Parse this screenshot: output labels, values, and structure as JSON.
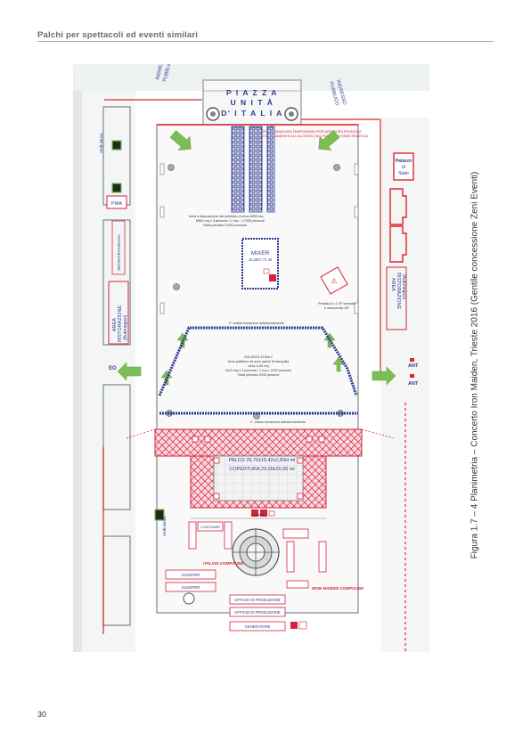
{
  "header": {
    "running_title": "Palchi per spettacoli ed eventi similari"
  },
  "caption": {
    "text": "Figura 1.7 – 4  Planimetria – Concerto Iron Maiden, Trieste 2016 (Gentile concessione Zeni Eventi)"
  },
  "page": {
    "number": "30"
  },
  "plan": {
    "square_name_line1": "P I A Z Z A",
    "square_name_line2": "U N I T À",
    "square_name_line3": "D' I T A L I A",
    "ingresso_left_line1": "INGRESSO",
    "ingresso_left_line2": "PUBBLICO",
    "ingresso_right_line1": "INGRESSO",
    "ingresso_right_line2": "PUBBLICO",
    "transenna_note_line1": "TRANSENNATURA TEMPORANEA PER APERTURA FRONTALE",
    "transenna_note_line2": "(SUCCESSIVAMENTE ALL'ACCESSO DEL PUBBLICO VIENE RIMOSSA)",
    "ambulanza_left": "Ambulanza",
    "ambulanza_bottom": "Ambulanza",
    "pma_label": "PMA",
    "metrotransenna_label": "METROTRANSENNA",
    "area_ristoro_left_line1": "AREA",
    "area_ristoro_left_line2": "RISTORAZIONE",
    "area_ristoro_left_line3": "(Autonegozi)",
    "area_ristoro_right_line1": "AREA",
    "area_ristoro_right_line2": "RISTORAZIONE",
    "area_ristoro_right_line3": "(Autonegozi)",
    "capacity_upper_line1": "Area a disposizione del pubblico di circa 6950 mq",
    "capacity_upper_line2": "6950 mq x 3 persone / 1 mq = 17000 persone",
    "capacity_upper_line3": "Vista prevista 12000 persone",
    "mixer_label": "MIXER",
    "mixer_size": "15,28x7,71 ml",
    "capacity_lower_line1": "SOLIDITÀ ZONA 2",
    "capacity_lower_line2": "Area pubblico ed aree palchi di tranquilla",
    "capacity_lower_line3": "circa 1110 mq",
    "capacity_lower_line4": "1110 mq x 2 persone / 1 mq = 2220 persone",
    "capacity_lower_line5": "Vista prevista 2000 persone",
    "secondary_barrier_label": "2° ordine transenne antisfondamento",
    "primary_barrier_label": "1° ordine transenne antisfondamento",
    "palco_label": "PALCO 25,70x15,42x1,80H ml",
    "copertura_label": "COPERTURA 29,00x20,06 ml",
    "contenitori_label": "Container",
    "container_label": "CONTAINER",
    "italian_compound_label": "ITALIAN COMPOUND",
    "iron_maiden_compound_label": "IRON MAIDEN COMPOUND",
    "sleeper_1": "SLEEPER",
    "sleeper_2": "SLEEPER",
    "ufficio_produzione_1": "UFFICIO DI PRODUZIONE",
    "ufficio_produzione_2": "UFFICIO DI PRODUZIONE",
    "generatore_label": "GENERATORE",
    "palazzo_label_line1": "Palazzo",
    "palazzo_label_line2": "di",
    "palazzo_label_line3": "Stato",
    "left_edge_label": "EO",
    "right_edge_label": "ANT",
    "right_edge_label_2": "ANT",
    "extintore_note_line1": "Presidio 6 x 2 VF incendio",
    "extintore_note_line2": "e antincendio WF",
    "colors": {
      "barrier_blue": "#2c3a91",
      "stage_red": "#d6233c",
      "green_arrow": "#7cbe56",
      "wall_grey": "#8f9699",
      "red_line": "#e0242f"
    }
  }
}
